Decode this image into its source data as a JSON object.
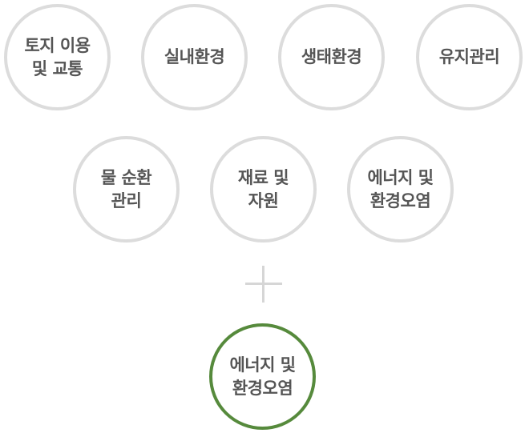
{
  "categories": [
    {
      "lines": [
        "토지 이용",
        "및 교통"
      ]
    },
    {
      "lines": [
        "실내환경"
      ]
    },
    {
      "lines": [
        "생태환경"
      ]
    },
    {
      "lines": [
        "유지관리"
      ]
    },
    {
      "lines": [
        "물 순환",
        "관리"
      ]
    },
    {
      "lines": [
        "재료 및",
        "자원"
      ]
    },
    {
      "lines": [
        "에너지 및",
        "환경오염"
      ]
    }
  ],
  "plus_icon": "plus-icon",
  "highlight": {
    "lines": [
      "에너지 및",
      "환경오염"
    ],
    "border_color": "#568a3c"
  },
  "colors": {
    "circle_border": "#dcdcdc",
    "text": "#555555",
    "plus": "#d6d6d6"
  }
}
